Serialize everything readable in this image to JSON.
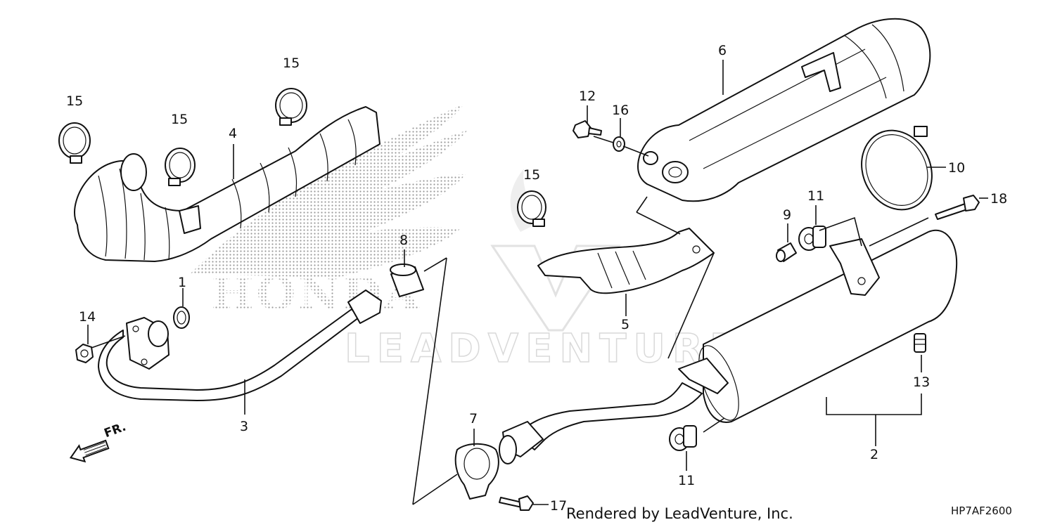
{
  "diagram": {
    "callouts": [
      "1",
      "2",
      "3",
      "4",
      "5",
      "6",
      "7",
      "8",
      "9",
      "10",
      "11",
      "11",
      "12",
      "13",
      "14",
      "15",
      "15",
      "15",
      "15",
      "16",
      "17",
      "18"
    ],
    "front_marker": "FR.",
    "credit": "Rendered by LeadVenture, Inc.",
    "diagram_code": "HP7AF2600",
    "watermark": "LEADVENTURE",
    "watermark_brand": "HONDA"
  }
}
